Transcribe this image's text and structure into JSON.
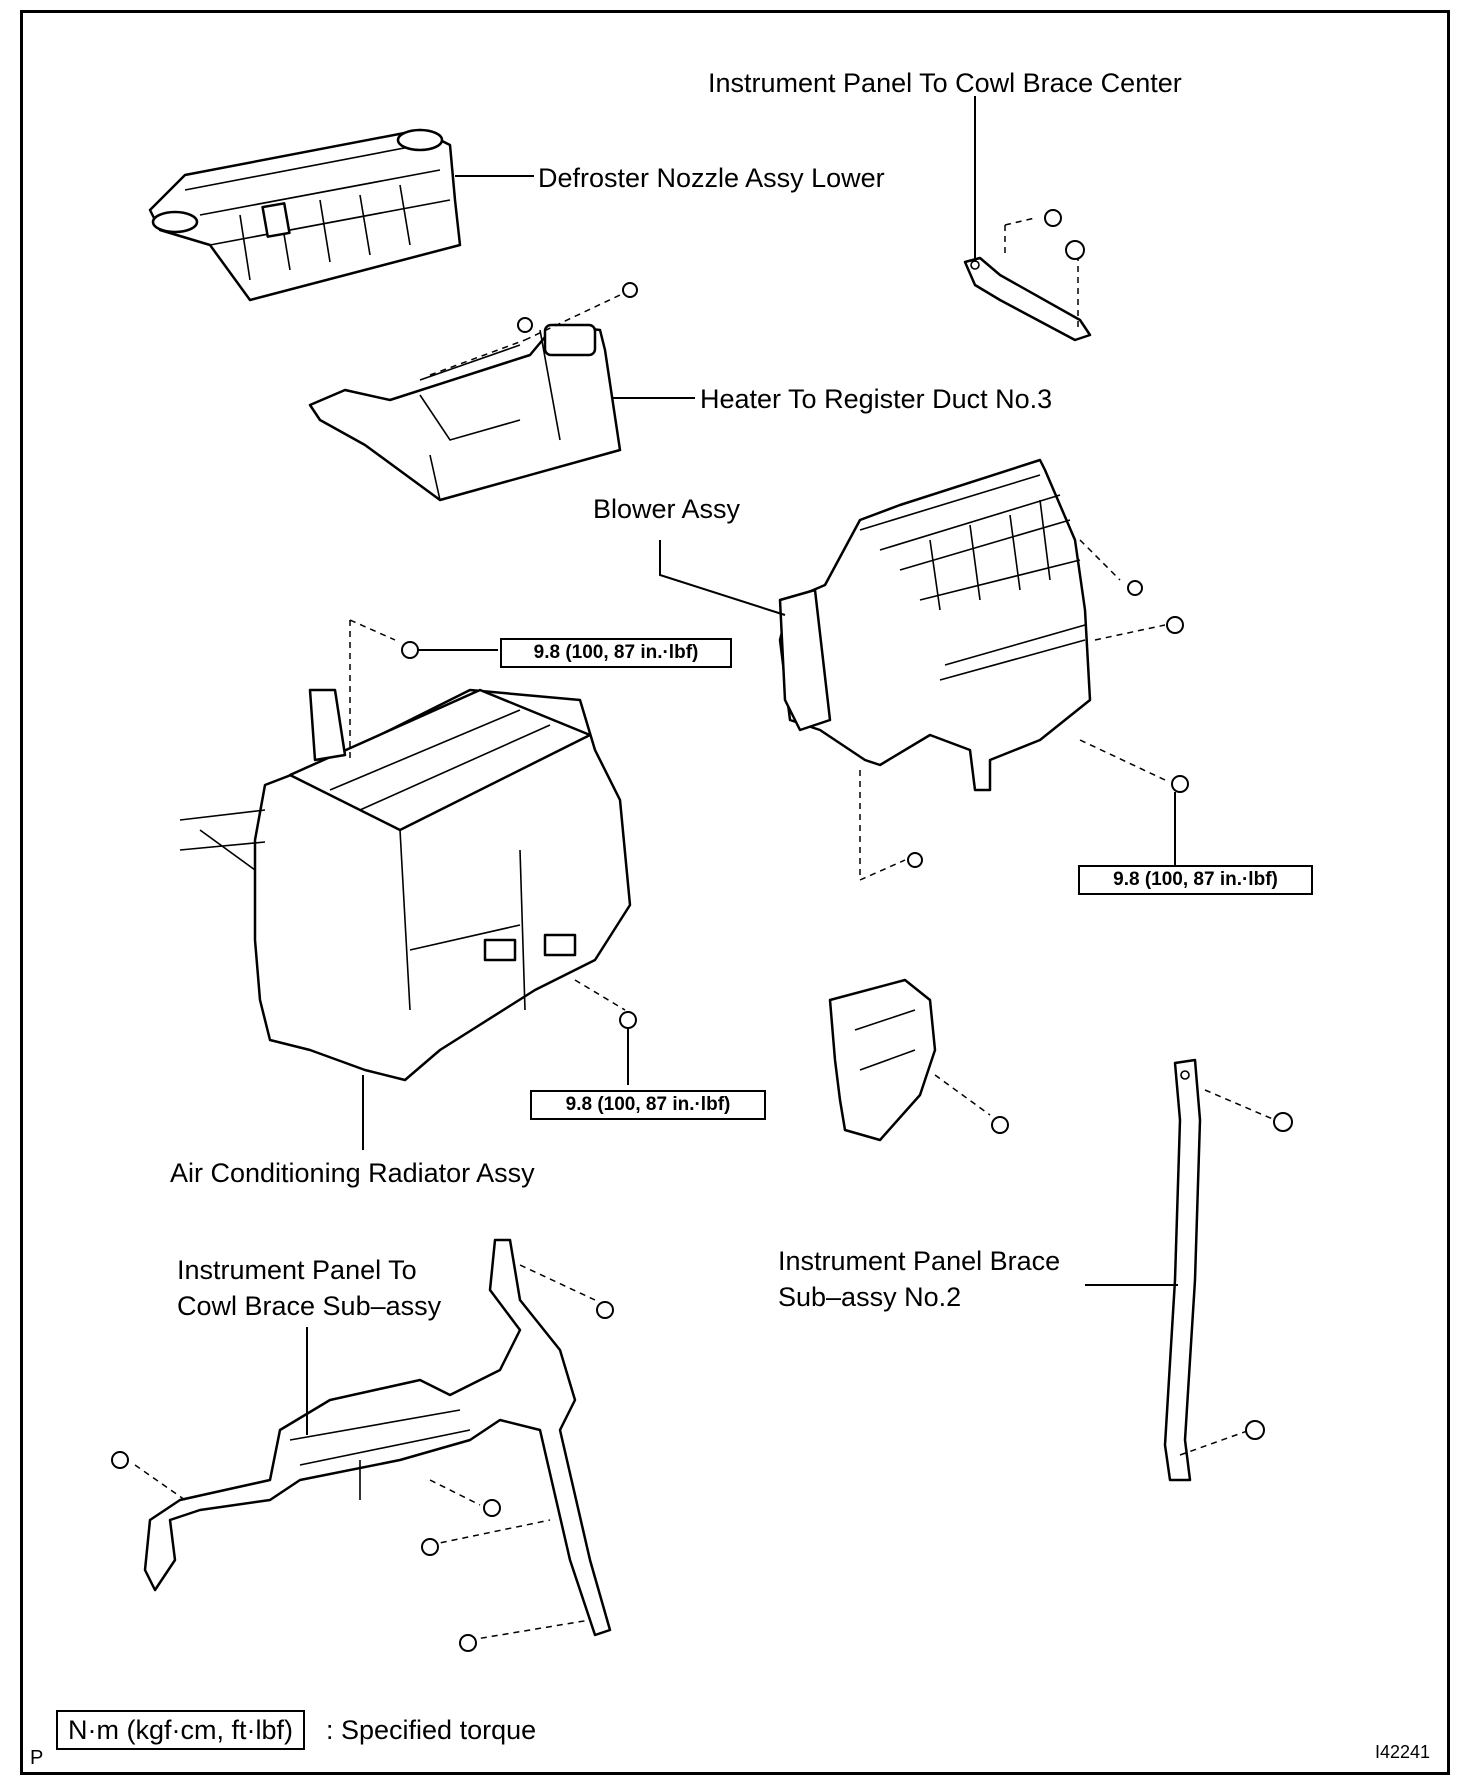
{
  "labels": {
    "cowl_brace_center": "Instrument Panel To Cowl Brace Center",
    "defroster_nozzle": "Defroster Nozzle Assy Lower",
    "heater_duct": "Heater To Register Duct No.3",
    "blower_assy": "Blower Assy",
    "ac_radiator": "Air Conditioning Radiator Assy",
    "cowl_brace_sub_line1": "Instrument Panel To",
    "cowl_brace_sub_line2": "Cowl Brace Sub–assy",
    "brace_no2_line1": "Instrument Panel Brace",
    "brace_no2_line2": "Sub–assy No.2"
  },
  "torque_specs": {
    "radiator_top": "9.8 (100, 87 in.·lbf)",
    "blower": "9.8 (100, 87 in.·lbf)",
    "radiator_bottom": "9.8 (100, 87 in.·lbf)"
  },
  "legend": {
    "unit_box": "N·m (kgf·cm, ft·lbf)",
    "description": ": Specified torque"
  },
  "corner_mark": "P",
  "figure_id": "I42241"
}
